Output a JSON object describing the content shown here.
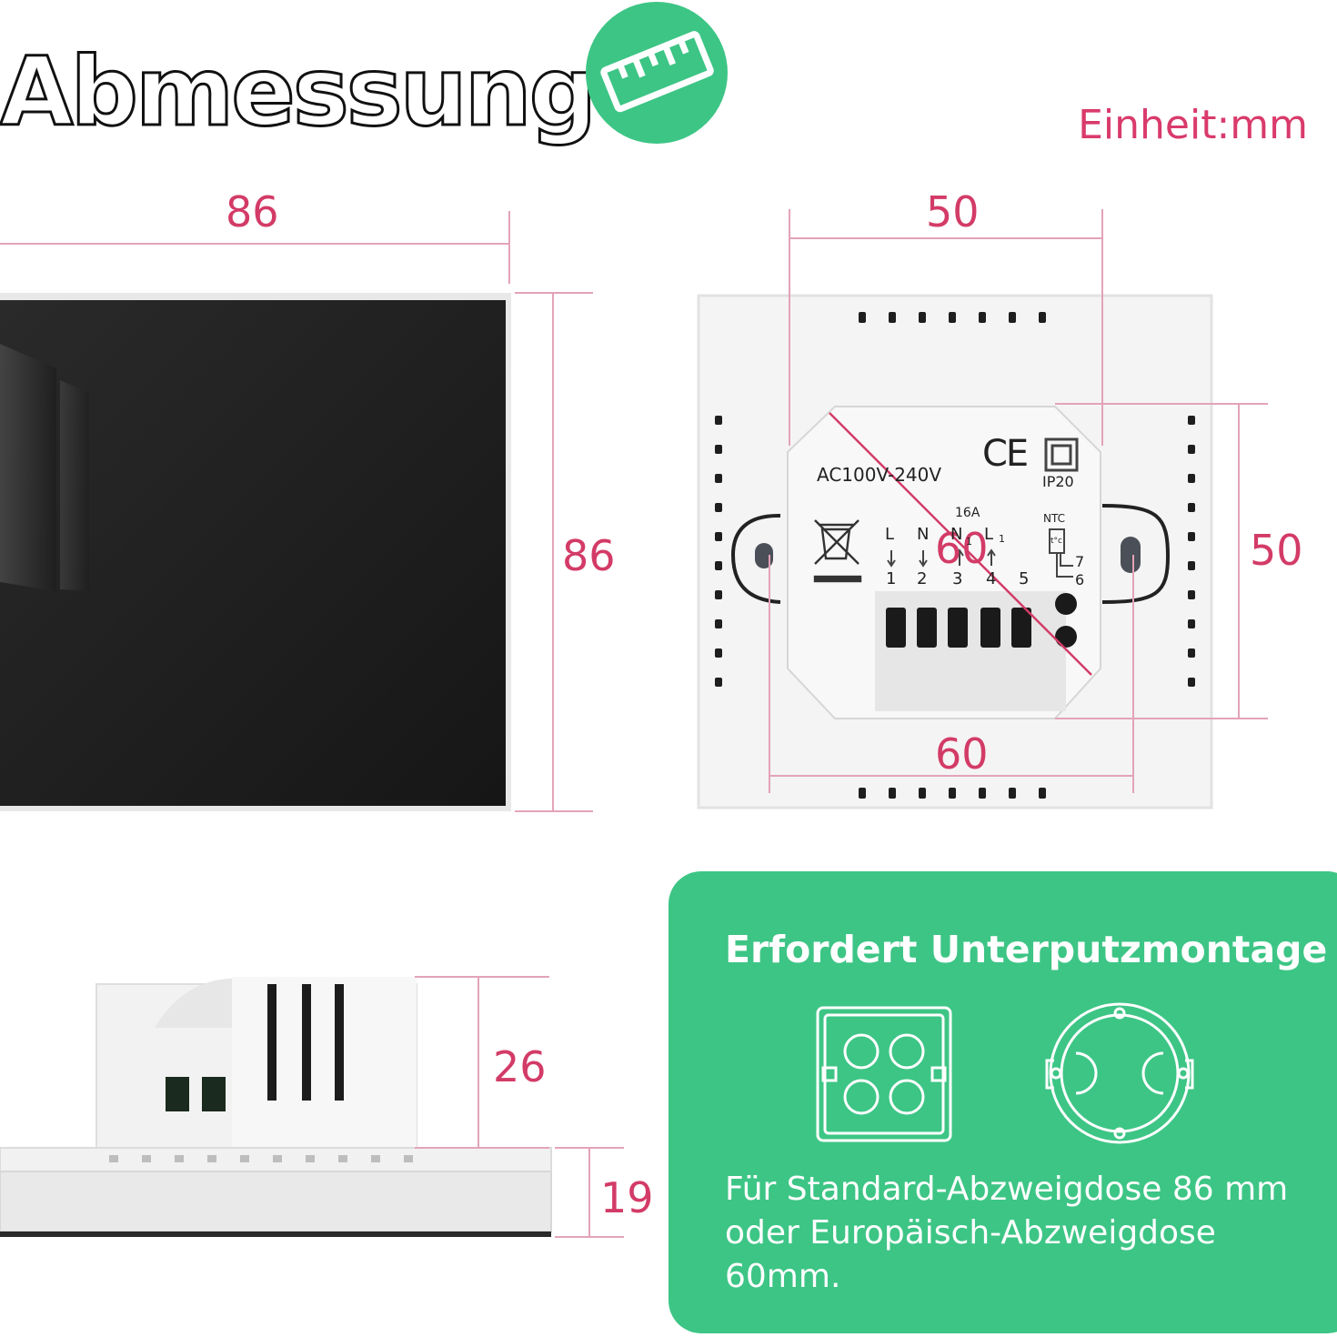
{
  "title": "Abmessung",
  "unit_label": "Einheit:mm",
  "front_view": {
    "width_label": "86",
    "height_label": "86"
  },
  "back_view": {
    "top_width_label": "50",
    "side_height_label": "50",
    "diagonal_label": "60",
    "bottom_width_label": "60",
    "voltage": "AC100V-240V",
    "ce_mark": "CE",
    "ip_rating": "IP20",
    "current_rating": "16A",
    "sensor_label": "NTC",
    "sensor_symbol": "t°c",
    "terminal_letters": [
      "L",
      "N",
      "N",
      "L"
    ],
    "terminal_sub": [
      "1",
      "1"
    ],
    "terminal_numbers": [
      "1",
      "2",
      "3",
      "4",
      "5"
    ],
    "ntc_pins": [
      "7",
      "6"
    ]
  },
  "side_view": {
    "module_depth_label": "26",
    "plate_depth_label": "19"
  },
  "info_card": {
    "heading": "Erfordert Unterputzmontage",
    "description": "Für Standard-Abzweigdose 86 mm oder Europäisch-Abzweigdose 60mm."
  },
  "icons": [
    "ruler-icon",
    "square-junction-box-icon",
    "round-junction-box-icon",
    "disposal-bin-icon"
  ],
  "colors": {
    "dimension": "#d33b67",
    "accent_green": "#3dc585"
  }
}
